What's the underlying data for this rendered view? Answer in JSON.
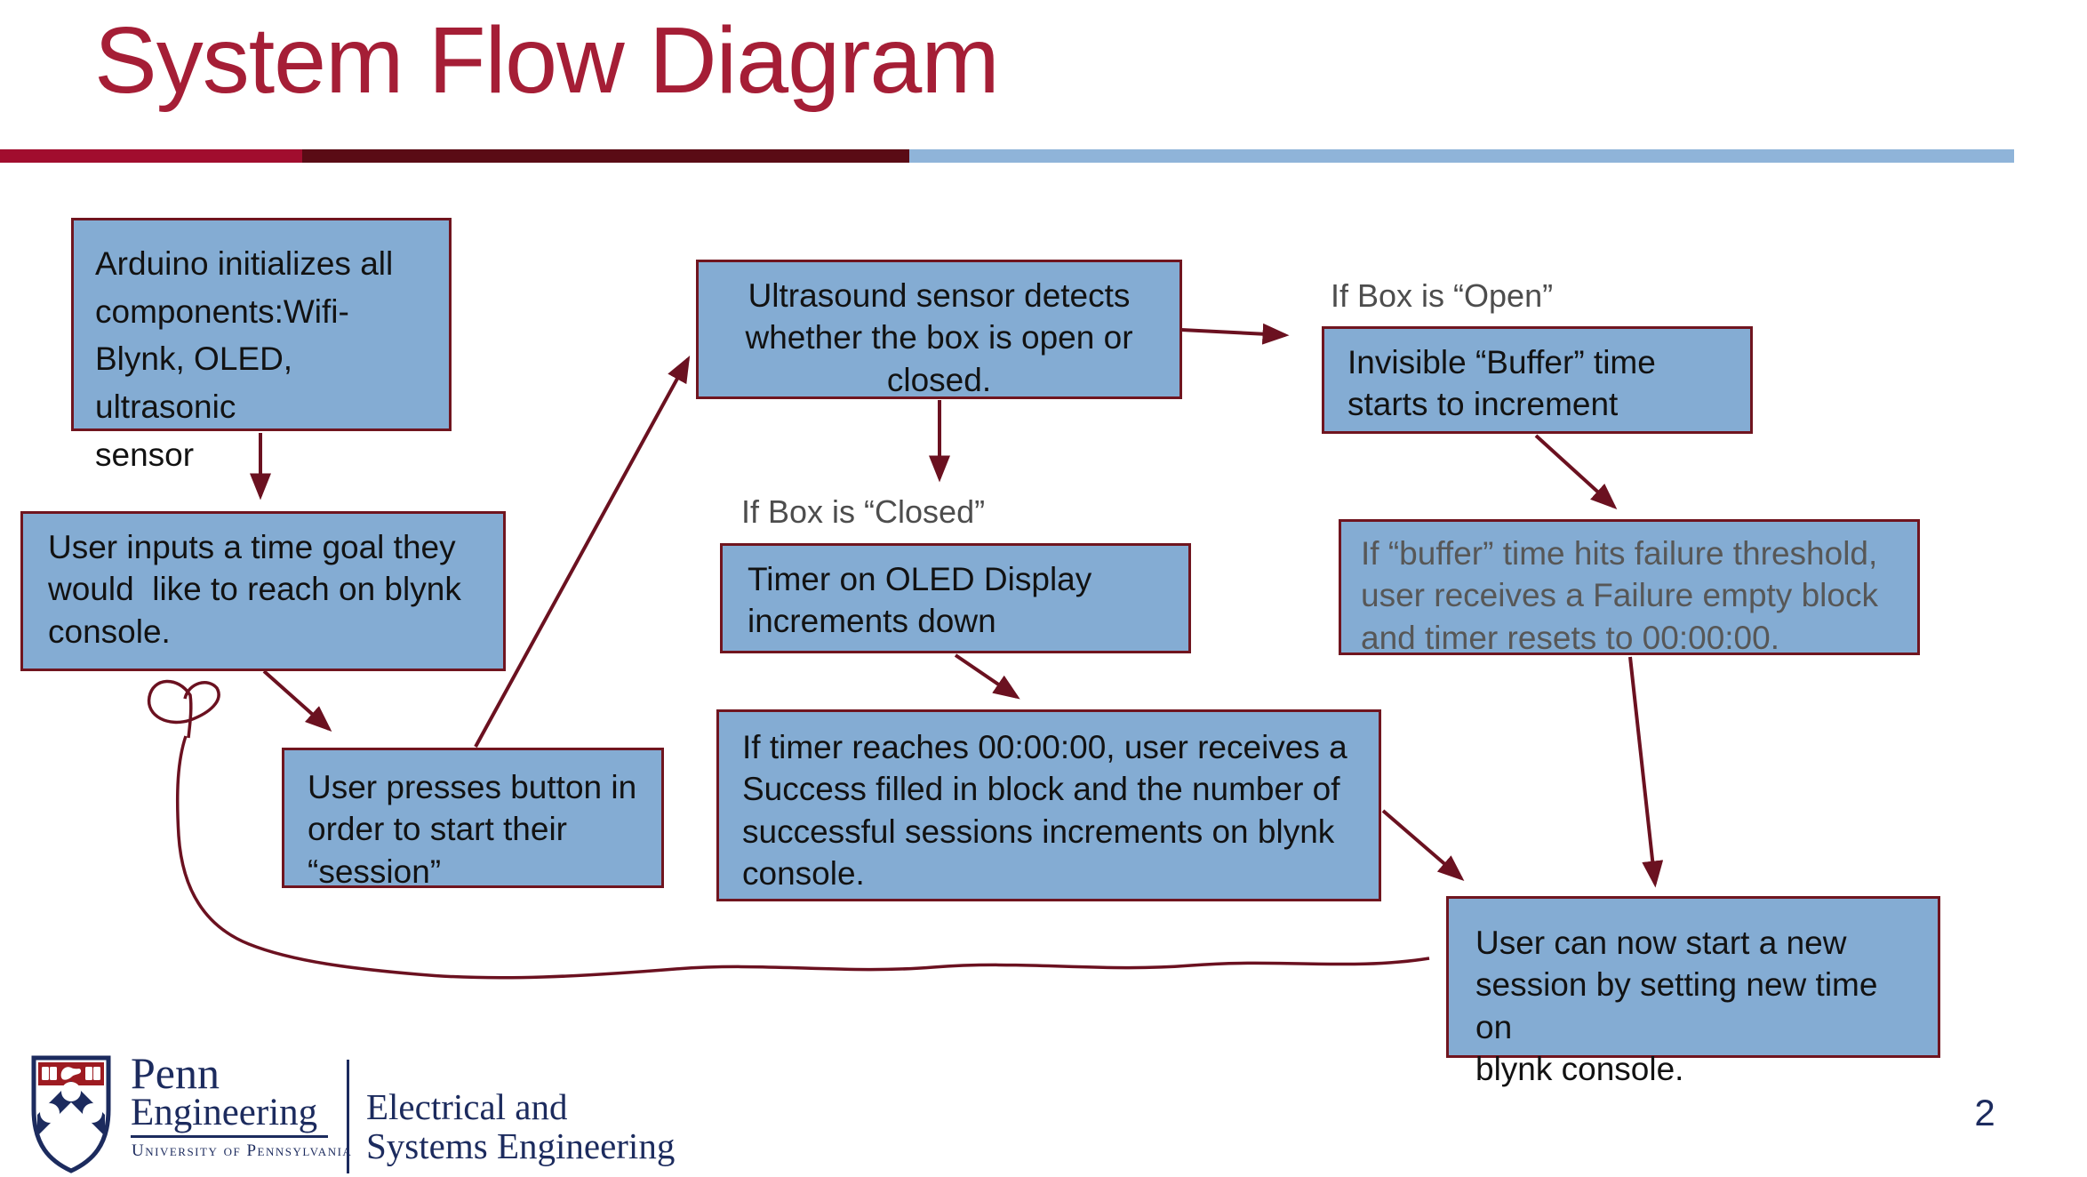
{
  "title": "System Flow Diagram",
  "page_number": "2",
  "colors": {
    "title": "#A51E36",
    "bar_crimson": "#A10D2E",
    "bar_maroon": "#5A0B15",
    "bar_blue": "#8FB4D9",
    "box_fill": "#84ACD3",
    "box_border": "#70151F",
    "arrow": "#6B1120",
    "label_gray": "#4D4D4D",
    "muted_text": "#575757",
    "navy": "#1C2B5E",
    "penn_red": "#9D1B21",
    "text": "#121212"
  },
  "boxes": {
    "arduino": {
      "text": "Arduino initializes all\ncomponents:Wifi-\nBlynk, OLED, ultrasonic\nsensor"
    },
    "time_goal": {
      "text": "User inputs a time goal they\nwould  like to reach on blynk\nconsole."
    },
    "press_button": {
      "text": "User presses button in\norder to start their\n“session”"
    },
    "ultrasound": {
      "text": "Ultrasound sensor detects\nwhether the box is open or\nclosed."
    },
    "buffer": {
      "text": "Invisible “Buffer” time\nstarts to increment"
    },
    "oled_timer": {
      "text": "Timer on OLED Display\nincrements down"
    },
    "failure": {
      "text": "If “buffer” time hits failure threshold,\nuser receives a Failure empty block\nand timer resets to 00:00:00."
    },
    "success": {
      "text": "If timer reaches 00:00:00, user receives a\nSuccess filled in block and the number of\nsuccessful sessions increments on blynk\nconsole."
    },
    "new_session": {
      "text": "User can now start a new\nsession by setting new time on\nblynk console."
    }
  },
  "labels": {
    "box_open": "If Box is “Open”",
    "box_closed": "If Box is “Closed”"
  },
  "footer": {
    "penn": "Penn",
    "engineering": "Engineering",
    "university": "University of Pennsylvania",
    "dept_line1": "Electrical and",
    "dept_line2": "Systems Engineering"
  }
}
